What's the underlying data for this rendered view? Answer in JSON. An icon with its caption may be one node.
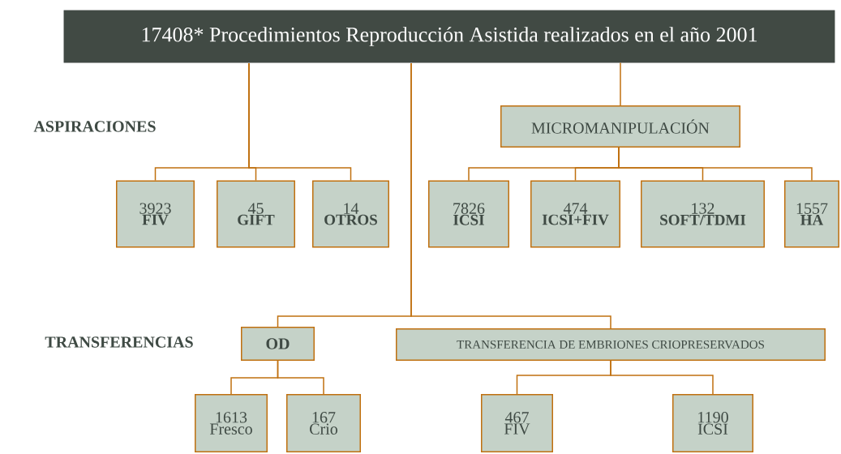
{
  "diagram": {
    "nodes": [
      {
        "text": [
          "17408* Procedimientos Reproducción Asistida realizados en el año 2001"
        ]
      },
      {
        "text": [
          "MICROMANIPULACIÓN"
        ]
      },
      {
        "text": [
          "3923",
          "FIV"
        ]
      },
      {
        "text": [
          "45",
          "GIFT"
        ]
      },
      {
        "text": [
          "14",
          "OTROS"
        ]
      },
      {
        "text": [
          "7826",
          "ICSI"
        ]
      },
      {
        "text": [
          "474",
          "ICSI+FIV"
        ]
      },
      {
        "text": [
          "132",
          "SOFT/TDMI"
        ]
      },
      {
        "text": [
          "1557",
          "HA"
        ]
      },
      {
        "text": [
          "OD"
        ]
      },
      {
        "text": [
          "TRANSFERENCIA DE EMBRIONES CRIOPRESERVADOS"
        ]
      },
      {
        "text": [
          "1613",
          "Fresco"
        ]
      },
      {
        "text": [
          "167",
          "Crio"
        ]
      },
      {
        "text": [
          "467",
          "FIV"
        ]
      },
      {
        "text": [
          "1190",
          "ICSI"
        ]
      }
    ],
    "edges": [
      {
        "from": 0,
        "to": 2,
        "arrow": "none"
      },
      {
        "from": 0,
        "to": 3,
        "arrow": "none"
      },
      {
        "from": 0,
        "to": 4,
        "arrow": "none"
      },
      {
        "from": 0,
        "to": 1,
        "arrow": "none"
      },
      {
        "from": 1,
        "to": 5,
        "arrow": "none"
      },
      {
        "from": 1,
        "to": 6,
        "arrow": "none"
      },
      {
        "from": 1,
        "to": 7,
        "arrow": "none"
      },
      {
        "from": 1,
        "to": 8,
        "arrow": "none"
      },
      {
        "from": 0,
        "to": 9,
        "arrow": "none"
      },
      {
        "from": 0,
        "to": 10,
        "arrow": "none"
      },
      {
        "from": 9,
        "to": 11,
        "arrow": "none"
      },
      {
        "from": 9,
        "to": 12,
        "arrow": "none"
      },
      {
        "from": 10,
        "to": 13,
        "arrow": "none"
      },
      {
        "from": 10,
        "to": 14,
        "arrow": "none"
      }
    ],
    "labels": [
      "ASPIRACIONES",
      "TRANSFERENCIAS"
    ]
  }
}
